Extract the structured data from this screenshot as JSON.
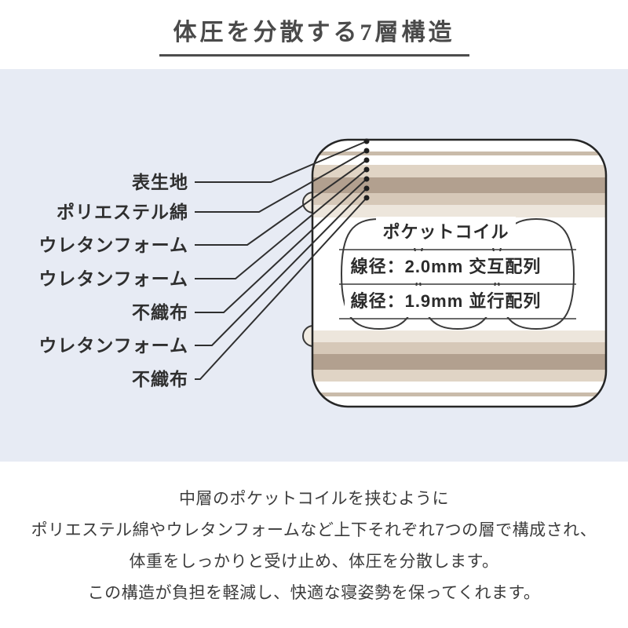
{
  "title": "体圧を分散する7層構造",
  "diagram": {
    "labels": [
      "表生地",
      "ポリエステル綿",
      "ウレタンフォーム",
      "ウレタンフォーム",
      "不織布",
      "ウレタンフォーム",
      "不織布"
    ],
    "coil": {
      "heading": "ポケットコイル",
      "spec1": "線径：2.0mm 交互配列",
      "spec2": "線径：1.9mm 並行配列"
    },
    "colors": {
      "panel_background": "#e7ebf4",
      "layer_brown": "#b2a08f",
      "layer_beige": "#d6c8b8",
      "layer_light_beige": "#e0d4c5",
      "layer_cream": "#ede6dc",
      "layer_thin_line": "#c9bbaa",
      "outline": "#262626"
    }
  },
  "description": {
    "lines": [
      "中層のポケットコイルを挟むように",
      "ポリエステル綿やウレタンフォームなど上下それぞれ7つの層で構成され、",
      "体重をしっかりと受け止め、体圧を分散します。",
      "この構造が負担を軽減し、快適な寝姿勢を保ってくれます。"
    ]
  }
}
